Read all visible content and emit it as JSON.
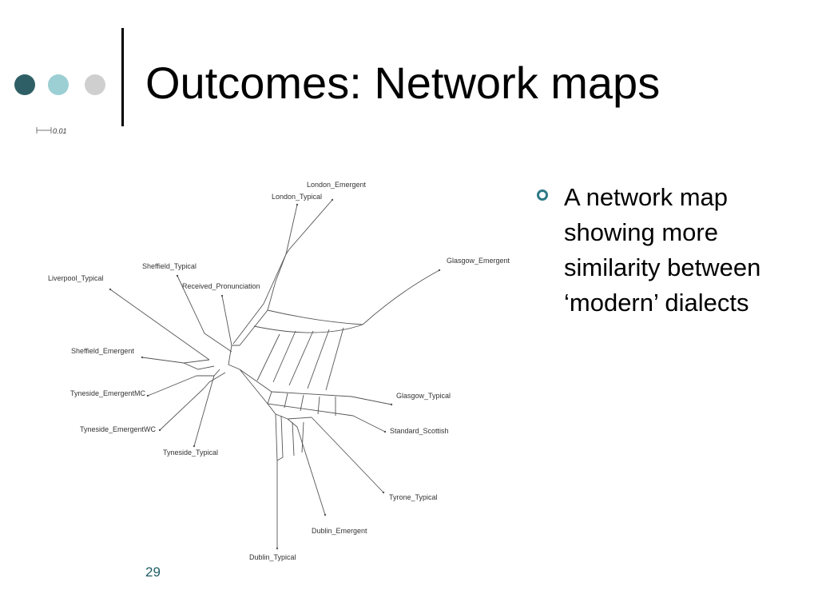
{
  "slide": {
    "title": "Outcomes: Network maps",
    "bullet": "A network map showing more similarity between ‘modern’ dialects",
    "page_number": "29",
    "accent_colors": [
      "#2f5f66",
      "#9ccfd3",
      "#cfcfcf"
    ],
    "bullet_color": "#2e7a86"
  },
  "network": {
    "scale_label": "0.01",
    "nodes": [
      "London_Emergent",
      "London_Typical",
      "Glasgow_Emergent",
      "Sheffield_Typical",
      "Liverpool_Typical",
      "Received_Pronunciation",
      "Sheffield_Emergent",
      "Tyneside_EmergentMC",
      "Tyneside_EmergentWC",
      "Tyneside_Typical",
      "Glasgow_Typical",
      "Standard_Scottish",
      "Tyrone_Typical",
      "Dublin_Emergent",
      "Dublin_Typical"
    ]
  }
}
